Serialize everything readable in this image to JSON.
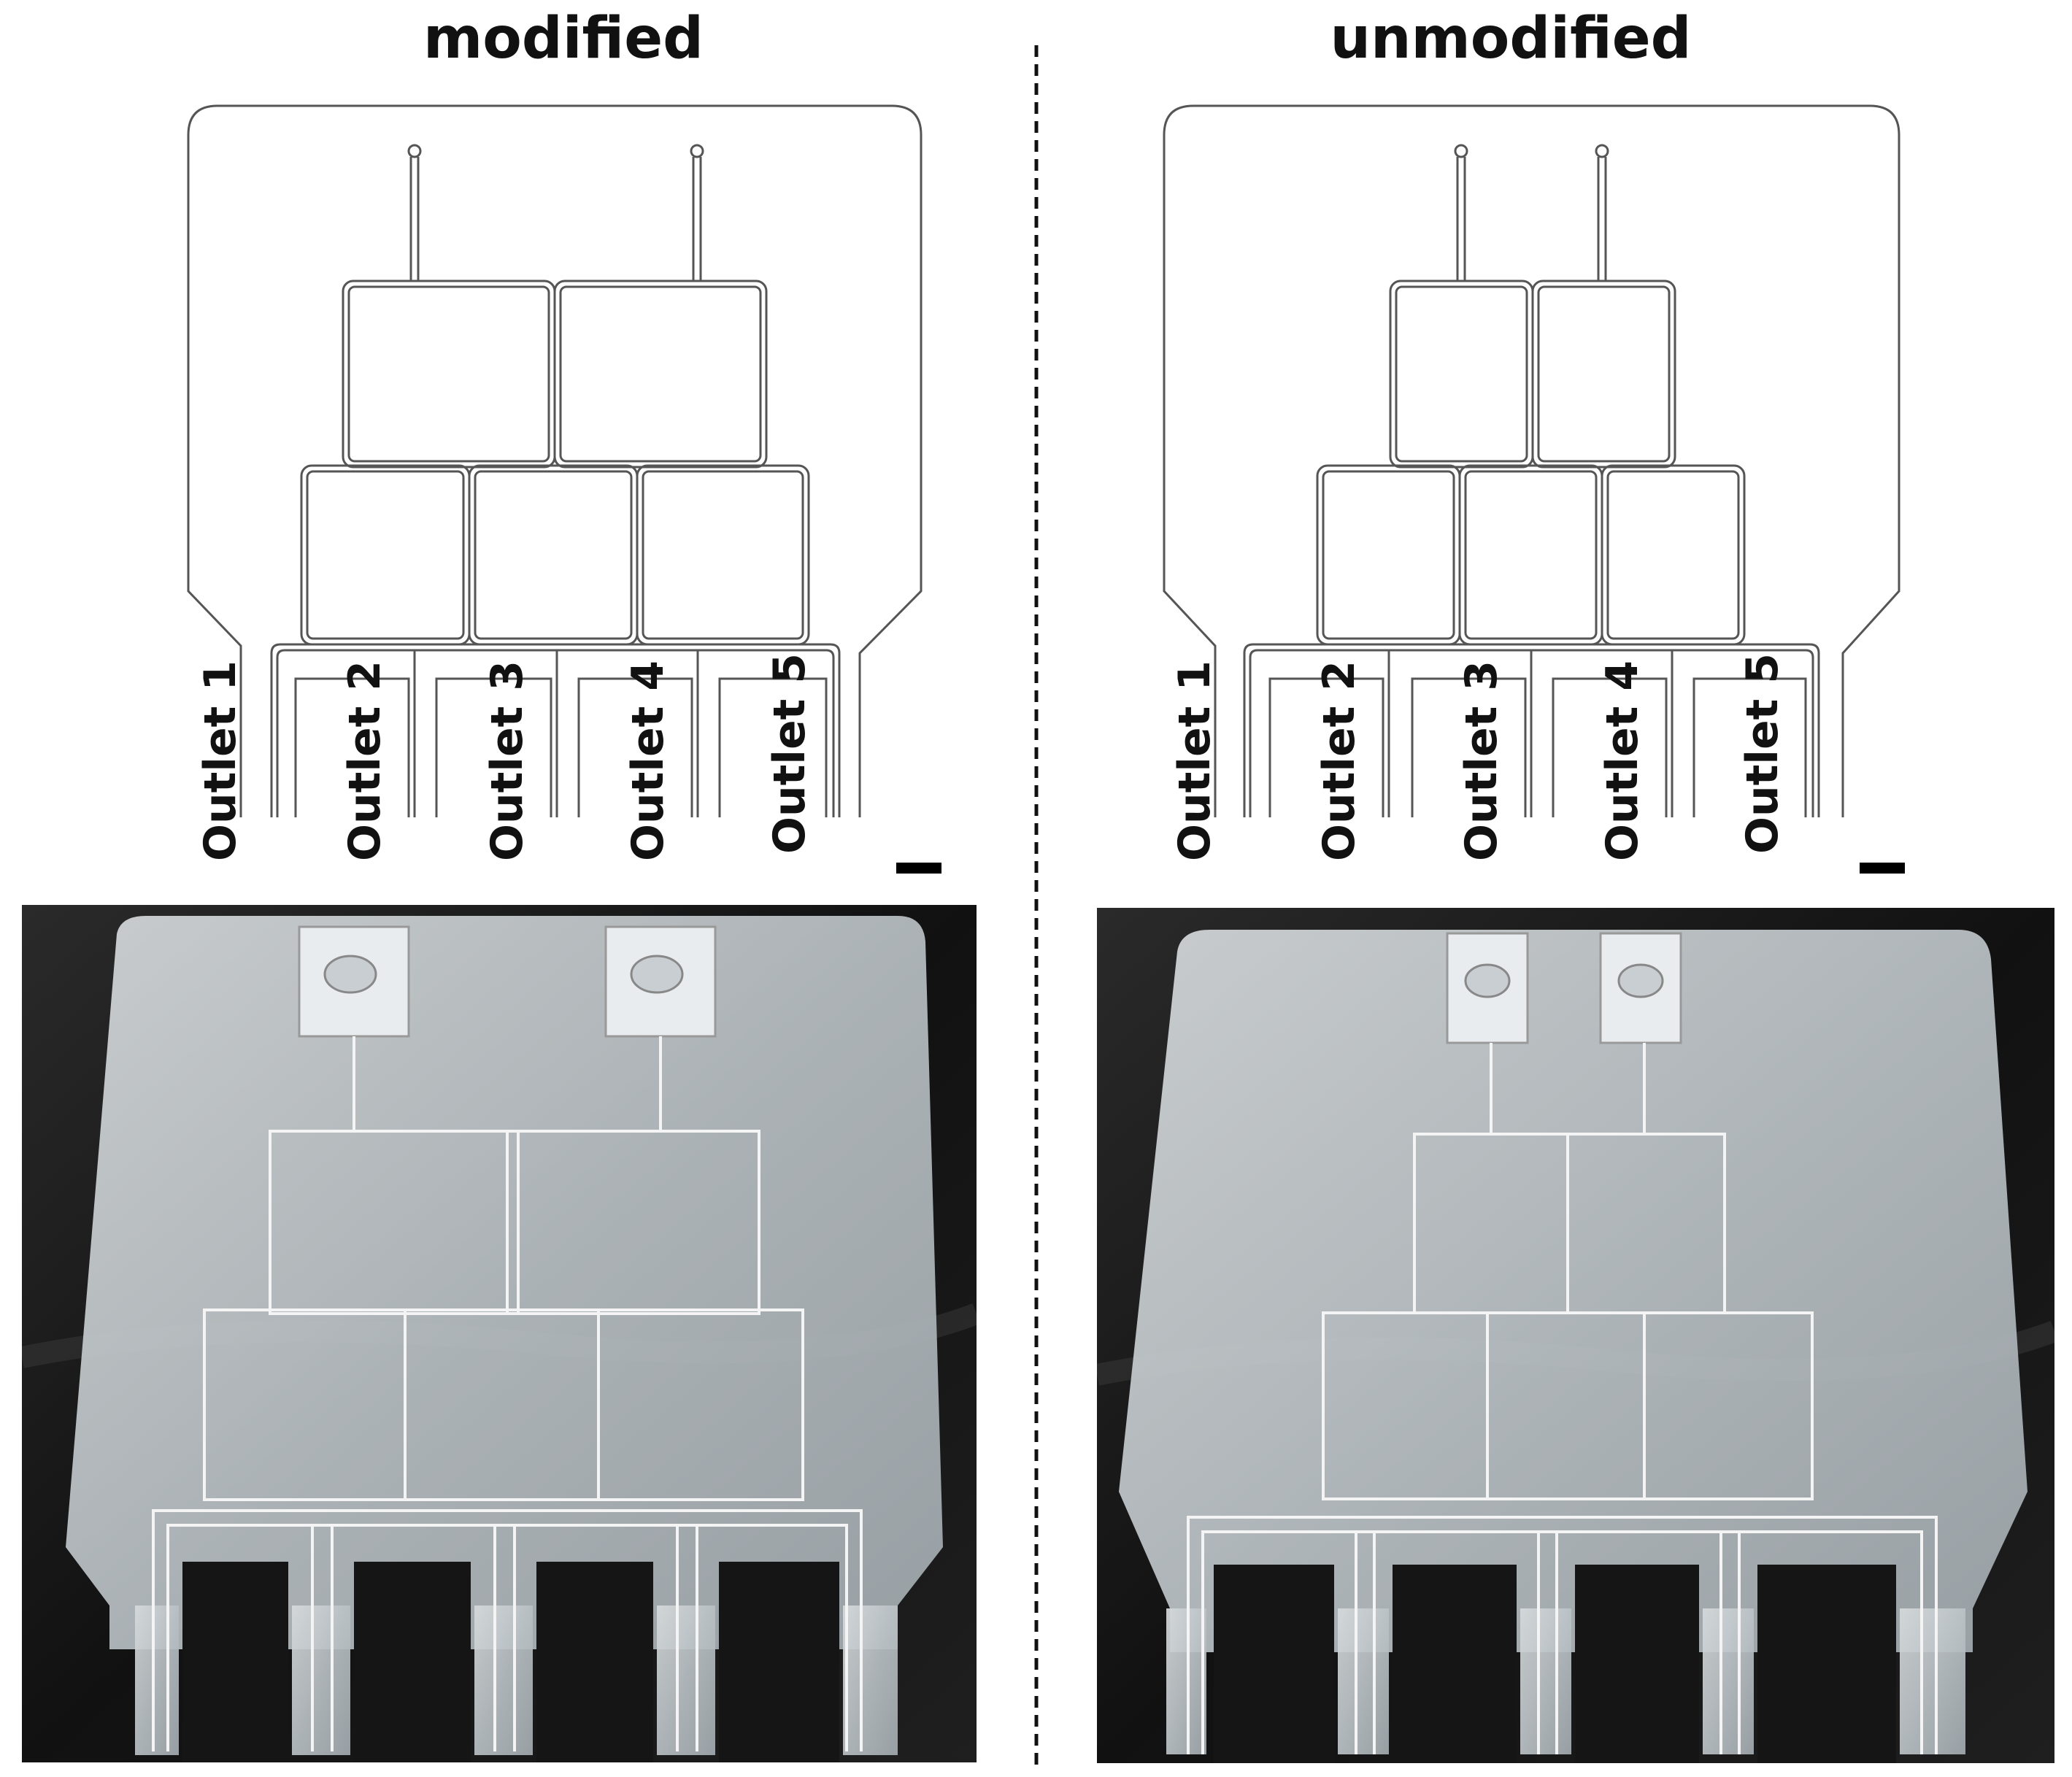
{
  "panels": [
    {
      "title": "modified",
      "outlets": [
        "Outlet 1",
        "Outlet 2",
        "Outlet 3",
        "Outlet 4",
        "Outlet 5"
      ]
    },
    {
      "title": "unmodified",
      "outlets": [
        "Outlet 1",
        "Outlet 2",
        "Outlet 3",
        "Outlet 4",
        "Outlet 5"
      ]
    }
  ],
  "colors": {
    "drawing_line": "#555555",
    "photo_background": "#1a1a1a",
    "chip_fill": "#c9cfd2",
    "channel_line": "#f4f4f4"
  }
}
